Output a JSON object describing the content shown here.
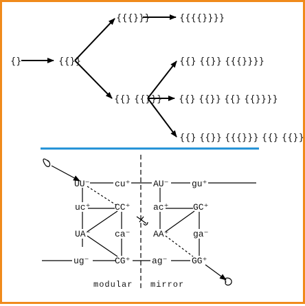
{
  "tree": {
    "n0": "{}",
    "n1": "{{}}",
    "n2": "{{{}}}",
    "n3": "{{{{}}}}",
    "n4": "{{} {{}}}",
    "n5": "{{} {{}} {{{}}}}",
    "n6": "{{} {{}} {{} {{}}}}",
    "n7": "{{} {{}} {{{}}} {{} {{}}}}"
  },
  "divider_color": "#1e8fd6",
  "border_color": "#f08a1c",
  "lattice": {
    "r1": [
      "UU⁻",
      "cu⁺",
      "AU⁻",
      "gu⁺"
    ],
    "r2": [
      "uc⁺",
      "CC⁺",
      "ac⁺",
      "GC⁺"
    ],
    "r3": [
      "UA⁻",
      "ca⁻",
      "AA⁺",
      "ga⁻"
    ],
    "r4": [
      "ug⁻",
      "CG⁺",
      "ag⁻",
      "GG⁺"
    ],
    "caption": [
      "modular",
      "mirror"
    ]
  }
}
